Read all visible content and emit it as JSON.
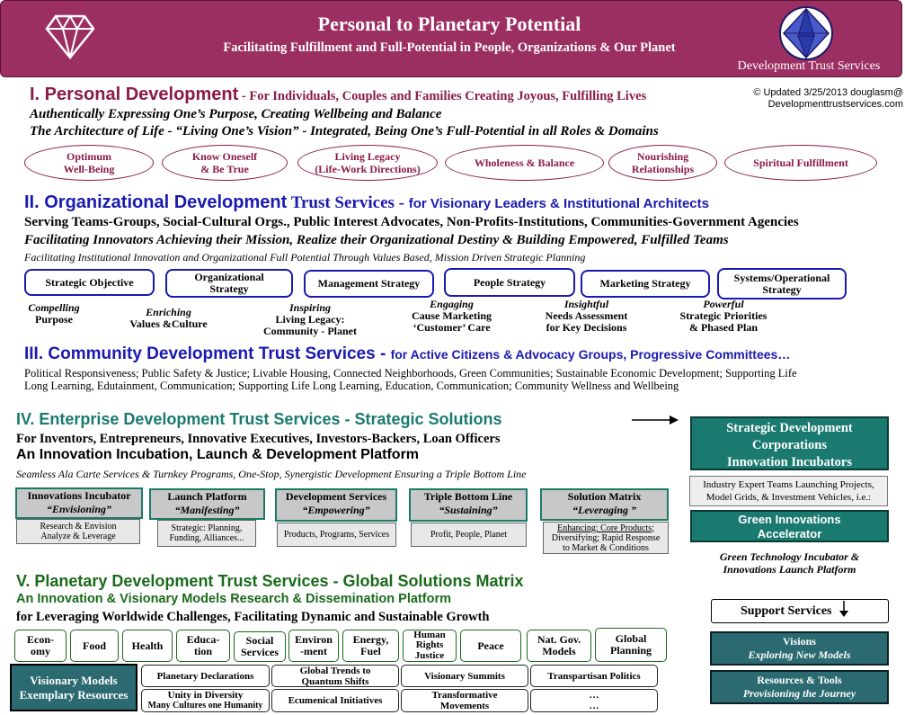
{
  "header": {
    "title": "Personal to Planetary Potential",
    "subtitle": "Facilitating Fulfillment and Full-Potential in People, Organizations & Our Planet",
    "brand": "Development Trust Services",
    "gem_icon": "diamond-icon",
    "logo_icon": "octahedron-icon",
    "bg_color": "#9c2f62"
  },
  "updated": {
    "line1": "© Updated 3/25/2013  douglasm@",
    "line2": "Developmenttrustservices.com"
  },
  "personal": {
    "heading": "I. Personal Development",
    "tagline": " - For Individuals, Couples and Families Creating Joyous, Fulfilling Lives",
    "line1": "Authentically Expressing One’s Purpose, Creating Wellbeing and Balance",
    "line2": "The Architecture of Life - “Living One’s Vision” -  Integrated,  Being One’s Full-Potential in all Roles & Domains",
    "pills": [
      {
        "l1": "Optimum",
        "l2": "Well-Being"
      },
      {
        "l1": "Know Oneself",
        "l2": "& Be True"
      },
      {
        "l1": "Living Legacy",
        "l2": "(Life-Work Directions)"
      },
      {
        "l1": "Wholeness & Balance",
        "l2": ""
      },
      {
        "l1": "Nourishing",
        "l2": "Relationships"
      },
      {
        "l1": "Spiritual Fulfillment",
        "l2": ""
      }
    ]
  },
  "organizational": {
    "heading": "II. Organizational Development",
    "heading2": " Trust Services - ",
    "tagline": "for Visionary Leaders & Institutional Architects",
    "line1": "Serving Teams-Groups, Social-Cultural Orgs., Public Interest Advocates, Non-Profits-Institutions, Communities-Government Agencies",
    "line2": "Facilitating Innovators Achieving their Mission, Realize their Organizational Destiny & Building Empowered, Fulfilled Teams",
    "line3": "Facilitating Institutional Innovation and Organizational Full Potential Through Values Based, Mission Driven Strategic Planning",
    "boxes": [
      {
        "l1": "Strategic Objective",
        "l2": ""
      },
      {
        "l1": "Organizational",
        "l2": "Strategy"
      },
      {
        "l1": "Management Strategy",
        "l2": ""
      },
      {
        "l1": "People Strategy",
        "l2": ""
      },
      {
        "l1": "Marketing Strategy",
        "l2": ""
      },
      {
        "l1": "Systems/Operational",
        "l2": "Strategy"
      }
    ],
    "captions": [
      {
        "i": "Compelling",
        "a": "Purpose",
        "b": ""
      },
      {
        "i": "Enriching",
        "a": "Values &Culture",
        "b": ""
      },
      {
        "i": "Inspiring",
        "a": "Living Legacy:",
        "b": "Community - Planet"
      },
      {
        "i": "Engaging",
        "a": "Cause Marketing",
        "b": "‘Customer’ Care"
      },
      {
        "i": "Insightful",
        "a": "Needs Assessment",
        "b": "for Key Decisions"
      },
      {
        "i": "Powerful",
        "a": "Strategic Priorities",
        "b": "& Phased Plan"
      }
    ]
  },
  "community": {
    "heading": "III. Community Development Trust Services - ",
    "tagline": "for Active Citizens & Advocacy Groups, Progressive Committees…",
    "line1": "Political Responsiveness; Public Safety & Justice; Livable Housing, Connected Neighborhoods, Green Communities; Sustainable Economic Development; Supporting Life",
    "line2": "Long Learning, Edutainment, Communication; Supporting Life Long Learning, Education, Communication; Community Wellness and Wellbeing"
  },
  "enterprise": {
    "heading": "IV. Enterprise Development",
    "heading2": " Trust Services - Strategic Solutions",
    "line1": "For Inventors, Entrepreneurs, Innovative Executives, Investors-Backers, Loan Officers",
    "line2": "An Innovation Incubation, Launch & Development Platform",
    "line3": "Seamless Ala Carte Services & Turnkey Programs, One-Stop, Synergistic Development Ensuring a Triple Bottom Line",
    "arrow_icon": "arrow-right-icon",
    "boxes": [
      {
        "title": "Innovations Incubator",
        "sub": "“Envisioning”",
        "d1": "Research & Envision",
        "d2": "Analyze & Leverage"
      },
      {
        "title": "Launch Platform",
        "sub": "“Manifesting”",
        "d1": "Strategic: Planning,",
        "d2": "Funding, Alliances..."
      },
      {
        "title": "Development Services",
        "sub": "“Empowering”",
        "d1": "Products, Programs, Services",
        "d2": ""
      },
      {
        "title": "Triple Bottom Line",
        "sub": "“Sustaining”",
        "d1": "Profit, People, Planet",
        "d2": ""
      },
      {
        "title": "Solution Matrix",
        "sub": "“Leveraging ”",
        "d1": "Enhancing: Core Products;",
        "d2": "Diversifying; Rapid  Response",
        "d3": "to Market & Conditions"
      }
    ]
  },
  "side": {
    "corp_l1": "Strategic Development",
    "corp_l2": "Corporations",
    "corp_l3": "Innovation Incubators",
    "experts_l1": "Industry Expert Teams Launching Projects,",
    "experts_l2": "Model Grids, & Investment Vehicles, i.e.:",
    "green_l1": "Green Innovations",
    "green_l2": "Accelerator",
    "green_cap1": "Green Technology Incubator &",
    "green_cap2": "Innovations Launch Platform",
    "support": "Support Services",
    "support_icon": "arrow-down-icon",
    "visions_l1": "Visions",
    "visions_l2": "Exploring New Models",
    "resources_l1": "Resources & Tools",
    "resources_l2": "Provisioning the Journey"
  },
  "planetary": {
    "heading": "V. Planetary Development",
    "heading2": " Trust Services - Global Solutions Matrix",
    "line1": "An Innovation & Visionary Models Research & Dissemination Platform",
    "line2": "for Leveraging Worldwide Challenges, Facilitating Dynamic and Sustainable Growth",
    "domains": [
      {
        "l1": "Econ-",
        "l2": "omy"
      },
      {
        "l1": "Food",
        "l2": ""
      },
      {
        "l1": "Health",
        "l2": ""
      },
      {
        "l1": "Educa-",
        "l2": "tion"
      },
      {
        "l1": "Social",
        "l2": "Services"
      },
      {
        "l1": "Environ",
        "l2": "-ment"
      },
      {
        "l1": "Energy,",
        "l2": "Fuel"
      },
      {
        "l1": "Human",
        "l2": "Rights",
        "l3": "Justice"
      },
      {
        "l1": "Peace",
        "l2": ""
      },
      {
        "l1": "Nat. Gov.",
        "l2": "Models"
      },
      {
        "l1": "Global",
        "l2": "Planning"
      }
    ],
    "visionary_l1": "Visionary Models",
    "visionary_l2": "Exemplary Resources",
    "grid": [
      {
        "l1": "Planetary Declarations",
        "l2": ""
      },
      {
        "l1": "Global Trends to",
        "l2": "Quantum Shifts"
      },
      {
        "l1": "Visionary Summits",
        "l2": ""
      },
      {
        "l1": "Transpartisan Politics",
        "l2": ""
      },
      {
        "l1": "Unity in Diversity",
        "l2": "Many Cultures one Humanity"
      },
      {
        "l1": "Ecumenical Initiatives",
        "l2": ""
      },
      {
        "l1": "Transformative",
        "l2": "Movements"
      },
      {
        "l1": "…",
        "l2": "…"
      }
    ]
  },
  "colors": {
    "maroon": "#8a1a4a",
    "blue": "#1a1ab0",
    "teal": "#1a7a70",
    "green": "#1a6a1a"
  }
}
